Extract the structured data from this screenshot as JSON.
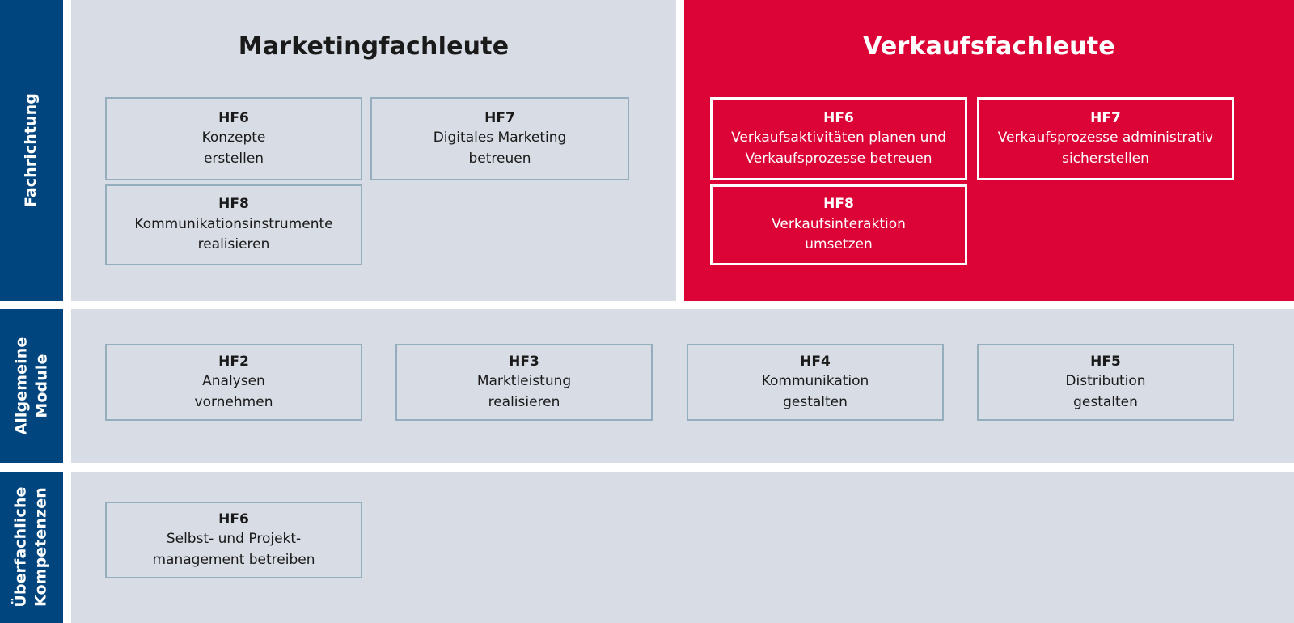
{
  "colors": {
    "sidebar_blue": "#01457F",
    "panel_gray": "#D8DCE4",
    "accent_red": "#DC0437",
    "box_border_gray": "#95AEBE",
    "box_border_white": "#FFFFFF",
    "page_background": "#FFFFFF"
  },
  "sidebar": {
    "items": [
      {
        "line1": "Fachrichtung",
        "line2": ""
      },
      {
        "line1": "Allgemeine",
        "line2": "Module"
      },
      {
        "line1": "Überfachliche",
        "line2": "Kompetenzen"
      }
    ]
  },
  "rows": {
    "fachrichtung": {
      "marketing": {
        "title": "Marketingfachleute",
        "boxes": [
          {
            "code": "HF6",
            "desc_line1": "Konzepte",
            "desc_line2": "erstellen"
          },
          {
            "code": "HF7",
            "desc_line1": "Digitales Marketing",
            "desc_line2": "betreuen"
          },
          {
            "code": "HF8",
            "desc_line1": "Kommunikationsinstrumente",
            "desc_line2": "realisieren"
          }
        ]
      },
      "verkauf": {
        "title": "Verkaufsfachleute",
        "boxes": [
          {
            "code": "HF6",
            "desc_line1": "Verkaufsaktivitäten planen und",
            "desc_line2": "Verkaufsprozesse betreuen"
          },
          {
            "code": "HF7",
            "desc_line1": "Verkaufsprozesse administrativ",
            "desc_line2": "sicherstellen"
          },
          {
            "code": "HF8",
            "desc_line1": "Verkaufsinteraktion",
            "desc_line2": "umsetzen"
          }
        ]
      }
    },
    "allgemeine_module": {
      "boxes": [
        {
          "code": "HF2",
          "desc_line1": "Analysen",
          "desc_line2": "vornehmen"
        },
        {
          "code": "HF3",
          "desc_line1": "Marktleistung",
          "desc_line2": "realisieren"
        },
        {
          "code": "HF4",
          "desc_line1": "Kommunikation",
          "desc_line2": "gestalten"
        },
        {
          "code": "HF5",
          "desc_line1": "Distribution",
          "desc_line2": "gestalten"
        }
      ]
    },
    "ueberfachliche_kompetenzen": {
      "boxes": [
        {
          "code": "HF6",
          "desc_line1": "Selbst- und Projekt-",
          "desc_line2": "management betreiben"
        }
      ]
    }
  }
}
